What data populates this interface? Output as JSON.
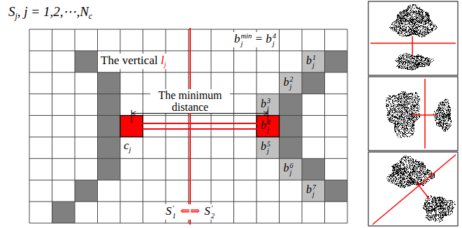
{
  "diagram": {
    "labels": [
      "S",
      "j",
      ", j = 1,2,⋯,N",
      "c",
      "The vertical ",
      "l",
      "j",
      "b",
      "j",
      "min",
      " = b",
      "j",
      "4",
      "The minimum distance",
      "c",
      "j",
      "b",
      "j",
      "1",
      "b",
      "j",
      "2",
      "b",
      "j",
      "3",
      "b",
      "j",
      "4",
      "b",
      "j",
      "5",
      "b",
      "j",
      "6",
      "b",
      "j",
      "7",
      "S",
      "1",
      "′",
      "⇐⇒",
      "S",
      "2",
      "′"
    ]
  }
}
